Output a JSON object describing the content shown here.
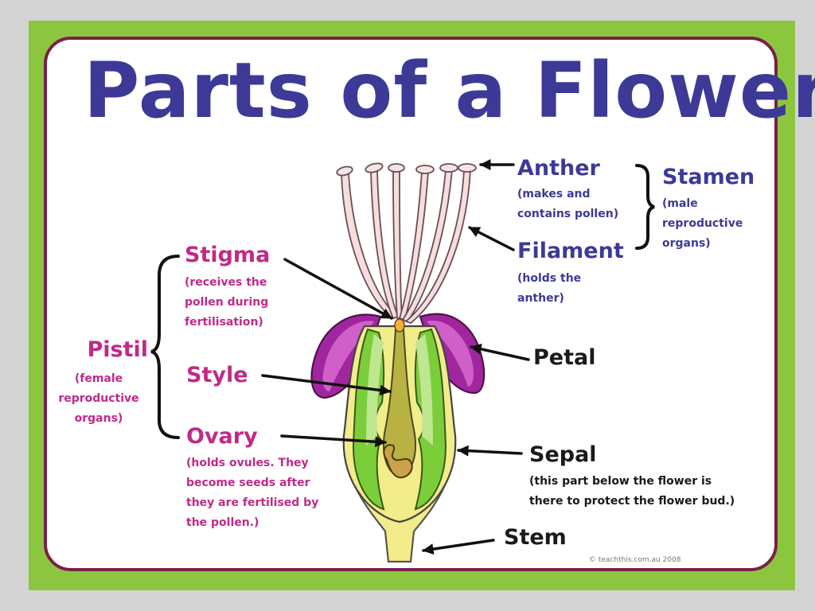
{
  "title": "Parts of a Flower",
  "colors": {
    "frame_green": "#8cc63f",
    "border_maroon": "#7a2048",
    "title_blue": "#3c3a96",
    "label_magenta": "#c02a86",
    "petal_purple": "#a0269e",
    "sepal_green": "#7ccd3a",
    "stem_yellow": "#f2ec8a",
    "style_olive": "#b8b243",
    "stigma_orange": "#f0b23c"
  },
  "labels": {
    "anther": {
      "name": "Anther",
      "desc": [
        "(makes and",
        "contains pollen)"
      ]
    },
    "stamen": {
      "name": "Stamen",
      "desc": [
        "(male",
        "reproductive",
        "organs)"
      ]
    },
    "filament": {
      "name": "Filament",
      "desc": [
        "(holds the",
        "anther)"
      ]
    },
    "stigma": {
      "name": "Stigma",
      "desc": [
        "(receives the",
        "pollen during",
        "fertilisation)"
      ]
    },
    "pistil": {
      "name": "Pistil",
      "desc": [
        "(female",
        "reproductive",
        "organs)"
      ]
    },
    "style": {
      "name": "Style"
    },
    "ovary": {
      "name": "Ovary",
      "desc": [
        "(holds ovules. They",
        "become seeds after",
        "they are fertilised by",
        "the pollen.)"
      ]
    },
    "petal": {
      "name": "Petal"
    },
    "sepal": {
      "name": "Sepal",
      "desc": [
        "(this part below the flower is",
        "there to protect the flower bud.)"
      ]
    },
    "stem": {
      "name": "Stem"
    }
  },
  "credit": "© teachthis.com.au 2008"
}
